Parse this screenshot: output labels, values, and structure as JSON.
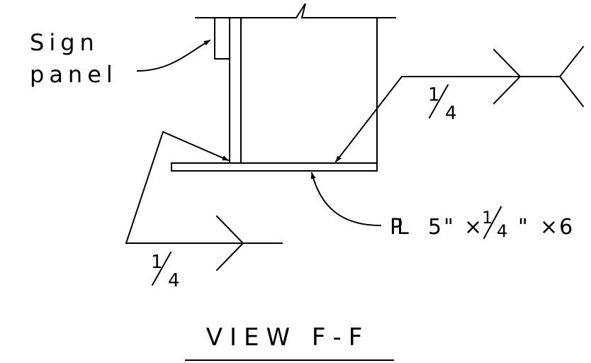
{
  "labels": {
    "sign_line1": "Sign",
    "sign_line2": "panel",
    "weld_upper_num": "1",
    "weld_upper_den": "4",
    "weld_lower_num": "1",
    "weld_lower_den": "4",
    "plate_symbol": "PL",
    "plate_dim_1": "5\"",
    "plate_times_1": "×",
    "plate_frac_num": "1",
    "plate_frac_den": "4",
    "plate_dim_2": "\"",
    "plate_times_2": "×6",
    "view_title": "VIEW F-F"
  }
}
